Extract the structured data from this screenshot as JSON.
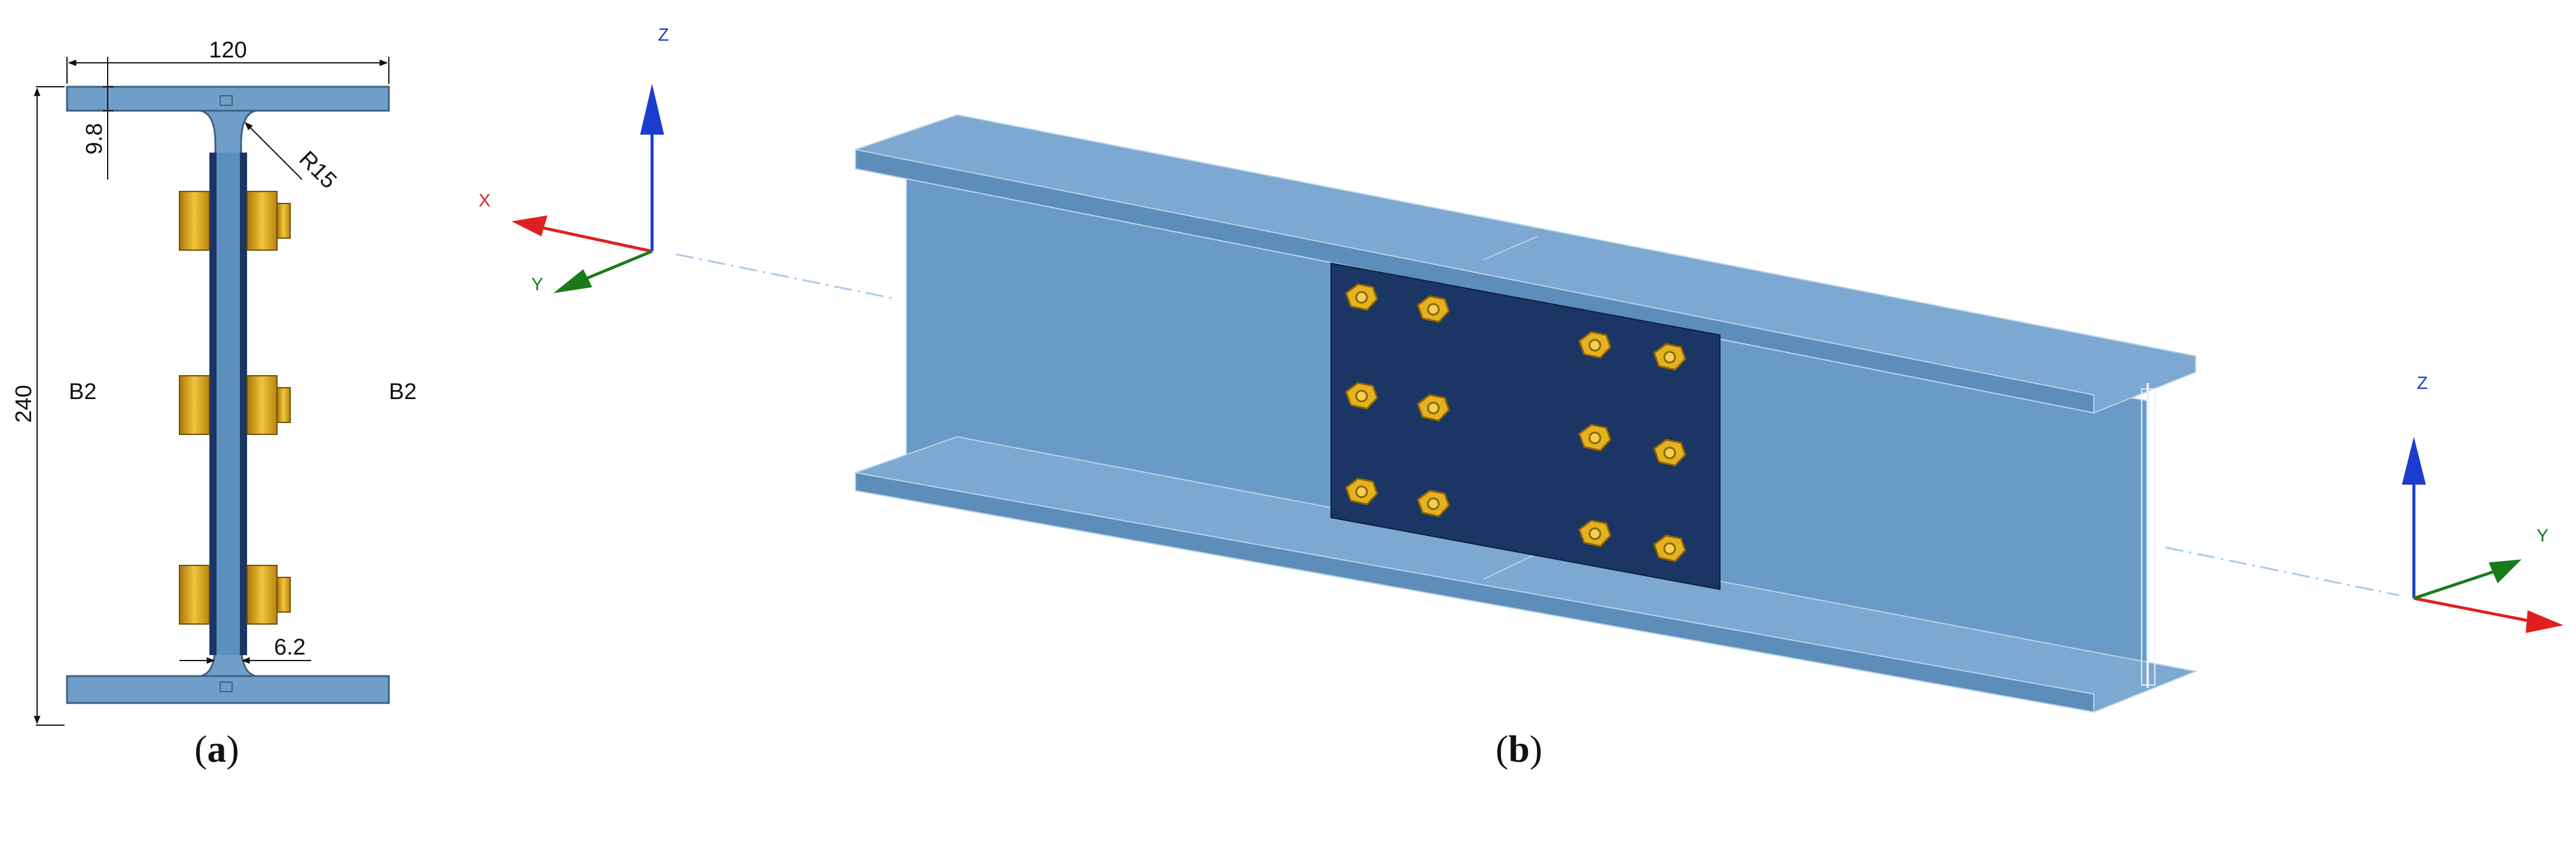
{
  "panel_a": {
    "caption_open": "(",
    "caption_letter": "a",
    "caption_close": ")",
    "dims": {
      "flange_width": "120",
      "flange_thickness": "9.8",
      "fillet_radius": "R15",
      "height": "240",
      "web_thickness": "6.2"
    },
    "bolt_label_left": "B2",
    "bolt_label_right": "B2"
  },
  "panel_b": {
    "caption_open": "(",
    "caption_letter": "b",
    "caption_close": ")",
    "axes_left": {
      "z": "Z",
      "x": "X",
      "y": "Y"
    },
    "axes_right": {
      "z": "Z",
      "y": "Y"
    }
  },
  "colors": {
    "steel": "#6f9fc8",
    "steel_top": "#7ea9d1",
    "steel_edge": "#b7d3ec",
    "splice_plate": "#1b3564",
    "bolt": "#e5b21f",
    "axis_x": "#e02020",
    "axis_y": "#1a7a1a",
    "axis_z": "#1a3ccf"
  }
}
